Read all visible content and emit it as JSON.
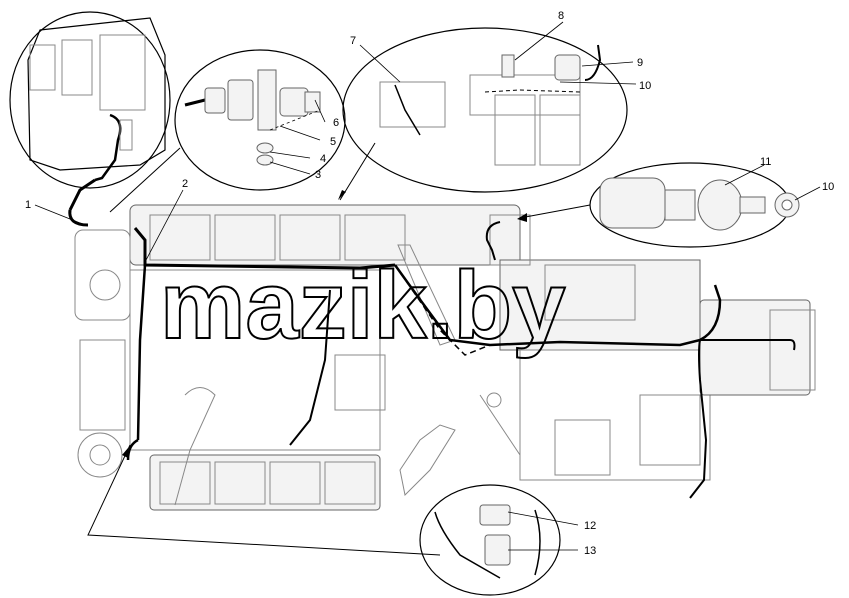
{
  "watermark": "mazik.by",
  "callouts": {
    "c1": "1",
    "c2": "2",
    "c3": "3",
    "c4": "4",
    "c5": "5",
    "c6": "6",
    "c7": "7",
    "c8": "8",
    "c9": "9",
    "c10a": "10",
    "c10b": "10",
    "c11": "11",
    "c12": "12",
    "c13": "13"
  },
  "colors": {
    "line": "#000000",
    "part": "#666666",
    "background": "#ffffff"
  }
}
